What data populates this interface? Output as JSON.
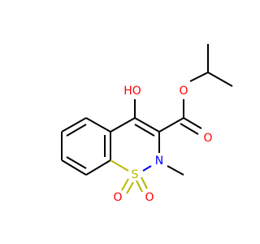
{
  "molecule": {
    "atoms": {
      "hydroxyl_O": {
        "label": "HO",
        "color": "#ff0000"
      },
      "ester_ether_O": {
        "label": "O",
        "color": "#ff0000"
      },
      "carbonyl_O": {
        "label": "O",
        "color": "#ff0000"
      },
      "ring_S": {
        "label": "S",
        "color": "#b8b800"
      },
      "ring_N": {
        "label": "N",
        "color": "#0000ff"
      },
      "sulfonyl_O_left": {
        "label": "O",
        "color": "#ff0000"
      },
      "sulfonyl_O_right": {
        "label": "O",
        "color": "#ff0000"
      }
    }
  }
}
